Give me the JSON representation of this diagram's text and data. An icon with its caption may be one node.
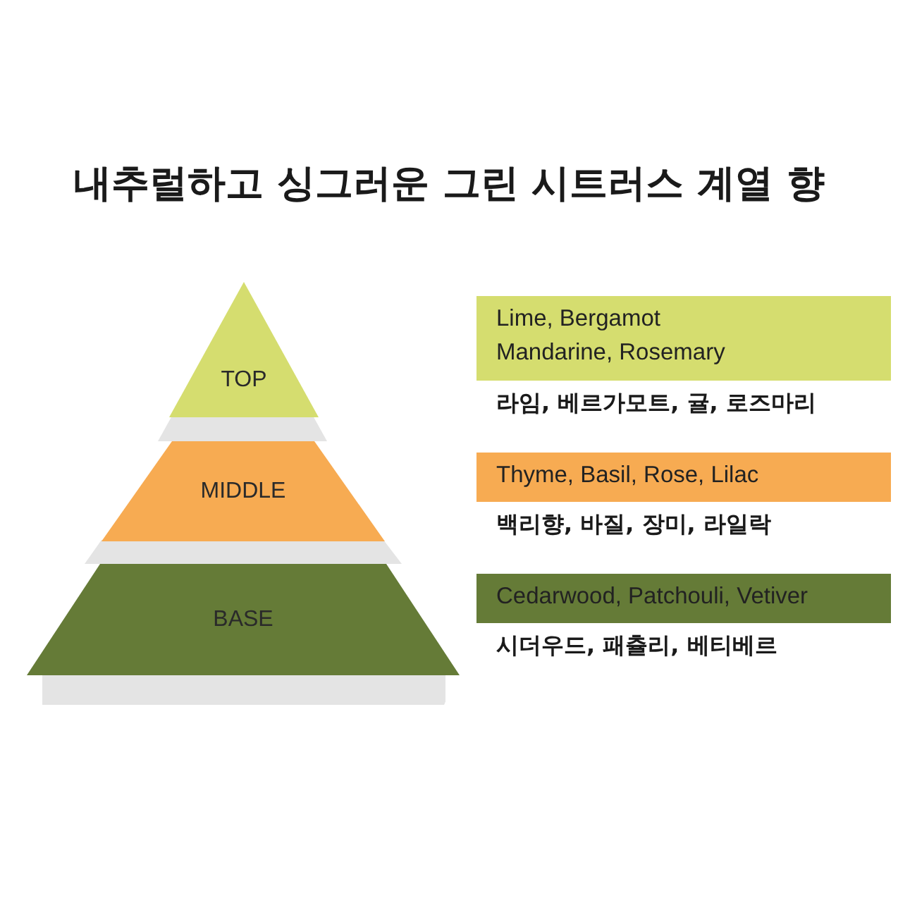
{
  "diagram": {
    "title": "내추럴하고 싱그러운 그린 시트러스 계열 향",
    "nodes": [
      {
        "text": [
          "TOP"
        ]
      },
      {
        "text": [
          "MIDDLE"
        ]
      },
      {
        "text": [
          "BASE"
        ]
      },
      {
        "text": [
          "Lime, Bergamot",
          "Mandarine, Rosemary"
        ],
        "beside": [
          "라임, 베르가모트, 귤, 로즈마리"
        ]
      },
      {
        "text": [
          "Thyme, Basil, Rose, Lilac"
        ],
        "beside": [
          "백리향, 바질, 장미, 라일락"
        ]
      },
      {
        "text": [
          "Cedarwood, Patchouli, Vetiver"
        ],
        "beside": [
          "시더우드, 패츌리, 베티베르"
        ]
      }
    ],
    "edges": []
  }
}
